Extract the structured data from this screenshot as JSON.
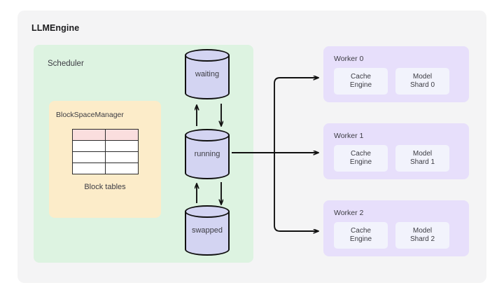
{
  "engine": {
    "title": "LLMEngine"
  },
  "scheduler": {
    "title": "Scheduler",
    "block_space_manager": {
      "title": "BlockSpaceManager",
      "caption": "Block tables",
      "table": {
        "rows": 4,
        "cols": 2,
        "header_row_color": "#fadede",
        "cell_color": "#ffffff"
      }
    },
    "queues": [
      {
        "name": "waiting",
        "label": "waiting"
      },
      {
        "name": "running",
        "label": "running"
      },
      {
        "name": "swapped",
        "label": "swapped"
      }
    ]
  },
  "workers": [
    {
      "title": "Worker 0",
      "cells": [
        {
          "name": "cache-engine",
          "label": "Cache\nEngine"
        },
        {
          "name": "model-shard",
          "label": "Model\nShard 0"
        }
      ]
    },
    {
      "title": "Worker 1",
      "cells": [
        {
          "name": "cache-engine",
          "label": "Cache\nEngine"
        },
        {
          "name": "model-shard",
          "label": "Model\nShard 1"
        }
      ]
    },
    {
      "title": "Worker 2",
      "cells": [
        {
          "name": "cache-engine",
          "label": "Cache\nEngine"
        },
        {
          "name": "model-shard",
          "label": "Model\nShard 2"
        }
      ]
    }
  ],
  "colors": {
    "canvas": "#ffffff",
    "engine_bg": "#f4f4f5",
    "scheduler_bg": "#ddf3e1",
    "block_manager_bg": "#fcecc9",
    "worker_bg": "#e7dffb",
    "worker_cell_bg": "#f2f3fc",
    "cylinder_fill": "#d3d4f2",
    "stroke": "#111111",
    "text": "#3c3c43"
  },
  "connections": [
    {
      "name": "swapped-to-running",
      "from": "swapped",
      "to": "running",
      "direction": "up"
    },
    {
      "name": "running-to-swapped",
      "from": "running",
      "to": "swapped",
      "direction": "down"
    },
    {
      "name": "waiting-to-running",
      "from": "waiting",
      "to": "running",
      "direction": "down"
    },
    {
      "name": "running-to-waiting",
      "from": "running",
      "to": "waiting",
      "direction": "up"
    },
    {
      "name": "running-to-worker-0",
      "from": "running",
      "to": "Worker 0",
      "direction": "right"
    },
    {
      "name": "running-to-worker-1",
      "from": "running",
      "to": "Worker 1",
      "direction": "right"
    },
    {
      "name": "running-to-worker-2",
      "from": "running",
      "to": "Worker 2",
      "direction": "right"
    }
  ]
}
